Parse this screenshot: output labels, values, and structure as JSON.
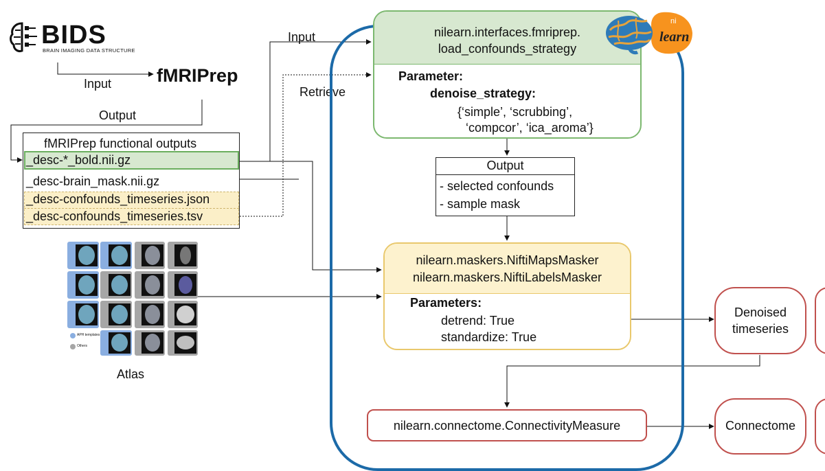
{
  "bids": {
    "logo_text": "BIDS",
    "subtitle": "BRAIN IMAGING DATA STRUCTURE"
  },
  "fmriprep": {
    "label": "fMRIPrep"
  },
  "edges": {
    "input_1": "Input",
    "input_2": "Input",
    "output": "Output",
    "retrieve": "Retrieve"
  },
  "fmriprep_outputs": {
    "title": "fMRIPrep functional outputs",
    "files": [
      "_desc-*_bold.nii.gz",
      "_desc-brain_mask.nii.gz",
      "_desc-confounds_timeseries.json",
      "_desc-confounds_timeseries.tsv"
    ]
  },
  "atlas": {
    "label": "Atlas",
    "legend": [
      "APH templates",
      "Others"
    ],
    "colors": {
      "blue_tile": "#8aaee0",
      "gray_tile": "#a6a6a6"
    }
  },
  "load_confounds": {
    "line1": "nilearn.interfaces.fmriprep.",
    "line2": "load_confounds_strategy",
    "param_heading": "Parameter:",
    "param_name": "denoise_strategy:",
    "param_values_1": "{‘simple’, ‘scrubbing’,",
    "param_values_2": "‘compcor’, ‘ica_aroma’}"
  },
  "nilearn_logo": {
    "ni": "ni",
    "learn": "learn"
  },
  "output_box": {
    "title": "Output",
    "items": [
      "- selected confounds",
      "- sample mask"
    ]
  },
  "maskers": {
    "line1": "nilearn.maskers.NiftiMapsMasker",
    "line2": "nilearn.maskers.NiftiLabelsMasker",
    "param_heading": "Parameters:",
    "params": [
      "detrend: True",
      "standardize: True"
    ]
  },
  "connectivity": {
    "label": "nilearn.connectome.ConnectivityMeasure"
  },
  "outputs": {
    "denoised_1": "Denoised",
    "denoised_2": "timeseries",
    "connectome": "Connectome"
  },
  "colors": {
    "green": "#7cb86f",
    "green_fill": "#d7e8d0",
    "yellow": "#e9c86c",
    "yellow_fill": "#fdf2ce",
    "red": "#c0504d",
    "frame_blue": "#1c6aa8",
    "logo_orange": "#f7931e"
  }
}
